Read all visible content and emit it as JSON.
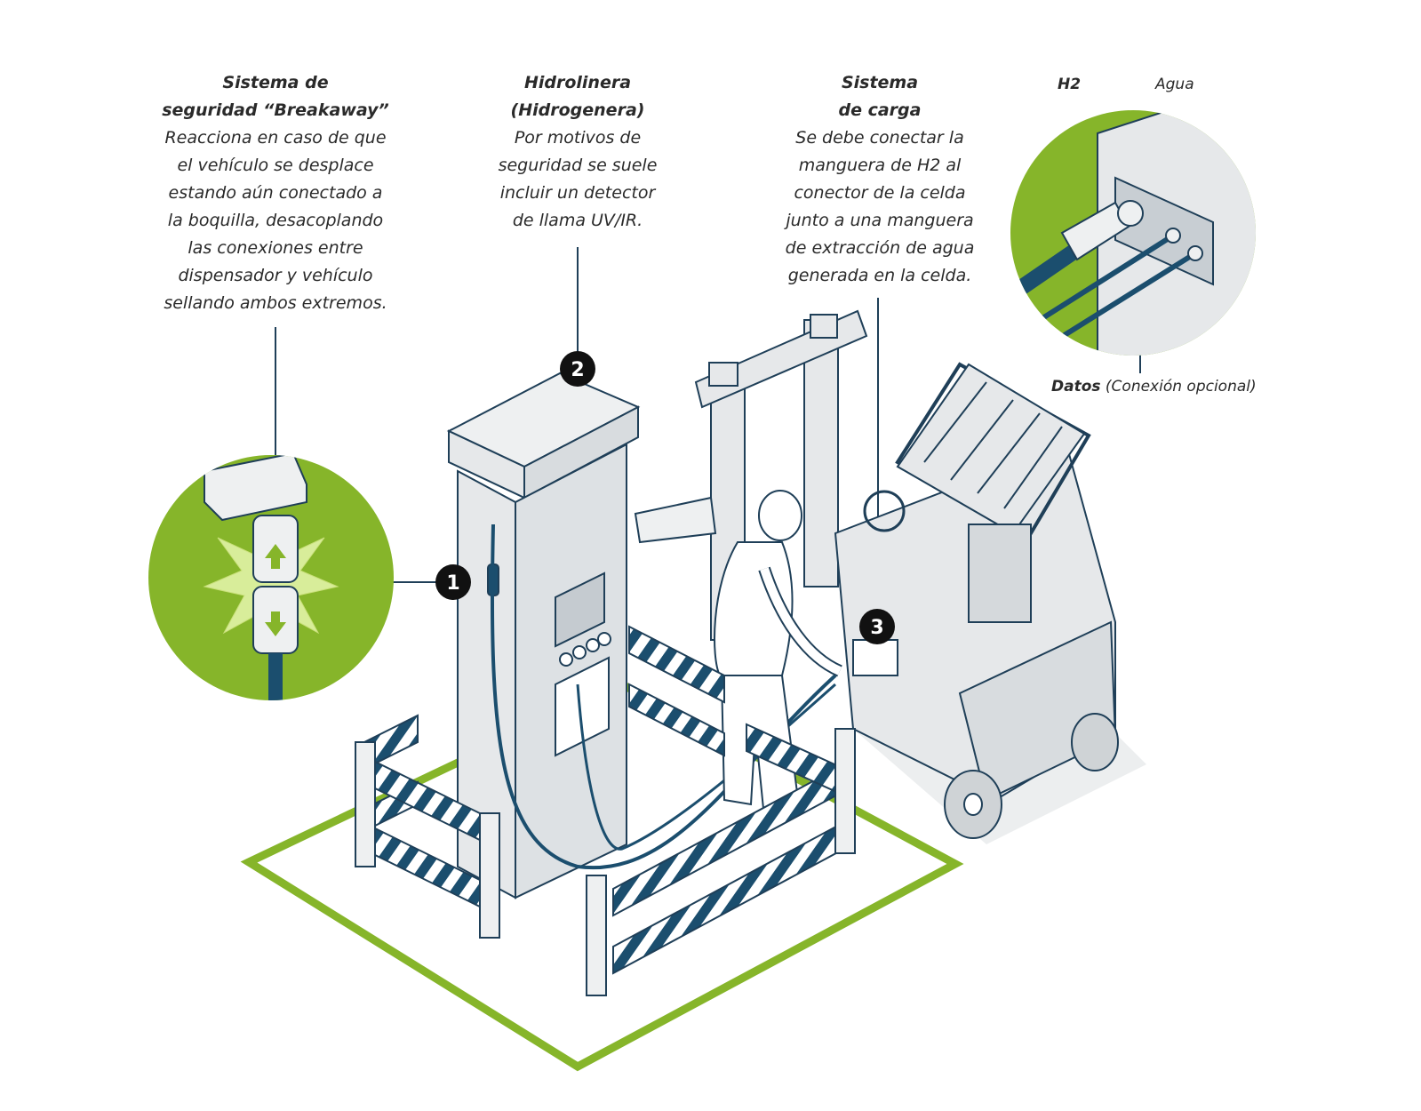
{
  "annotations": {
    "breakaway": {
      "title_line1": "Sistema de",
      "title_line2": "seguridad “Breakaway”",
      "desc_lines": [
        "Reacciona en caso de que",
        "el vehículo se desplace",
        "estando aún conectado a",
        "la boquilla, desacoplando",
        "las conexiones entre",
        "dispensador y vehículo",
        "sellando ambos extremos."
      ]
    },
    "hydrogen_station": {
      "title_line1": "Hidrolinera",
      "title_line2": "(Hidrogenera)",
      "desc_lines": [
        "Por motivos de",
        "seguridad se suele",
        "incluir un detector",
        "de llama UV/IR."
      ]
    },
    "charging_system": {
      "title_line1": "Sistema",
      "title_line2": "de carga",
      "desc_lines": [
        "Se debe conectar la",
        "manguera de H2 al",
        "conector de la celda",
        "junto a una manguera",
        "de extracción de agua",
        "generada en la celda."
      ]
    }
  },
  "detail_labels": {
    "h2": "H2",
    "agua": "Agua",
    "datos": "Datos",
    "datos_note": "(Conexión opcional)"
  },
  "badges": [
    "1",
    "2",
    "3"
  ],
  "colors": {
    "green": "#86b52a",
    "navy": "#1b4e6e",
    "light_grey": "#e6e8ea",
    "outline": "#1f3f58"
  }
}
